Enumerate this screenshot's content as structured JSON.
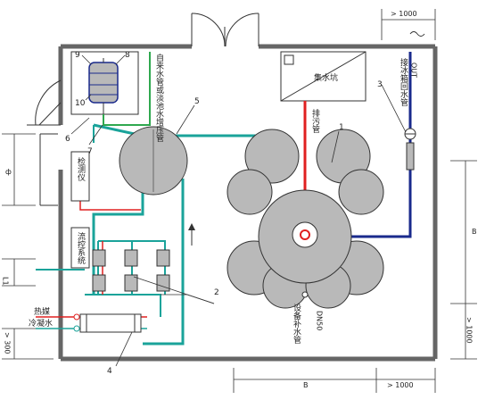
{
  "labels": {
    "tap_pipe": "自来水管或淡池水增压管",
    "sump": "集水坑",
    "drain_pipe": "排污管",
    "return_pipe": "接冰箱回水管",
    "out_label": "OUT",
    "monitor": "检测仪",
    "flow_control": "流控系统",
    "heat_medium": "热媒",
    "condensate": "冷凝水",
    "makeup_pipe": "设备补水管",
    "makeup_size": "DN50"
  },
  "callouts": {
    "c1": "1",
    "c2": "2",
    "c3": "3",
    "c4": "4",
    "c5": "5",
    "c6": "6",
    "c7": "7",
    "c8": "8",
    "c9": "9",
    "c10": "10"
  },
  "dimensions": {
    "top_right": "> 1000",
    "right_side": "B",
    "right_bottom": "> 1000",
    "bottom": "B",
    "bottom_right": "> 1000",
    "left_phi": "ф",
    "left_l1": "L1",
    "left_bottom": "> 300"
  },
  "colors": {
    "wall": "#666666",
    "cyan_pipe": "#1aa39a",
    "red_pipe": "#e02020",
    "blue_pipe": "#1a2a8c",
    "green_pipe": "#2fa84f",
    "grey_fill": "#b9b9b9",
    "dark_line": "#333333"
  }
}
